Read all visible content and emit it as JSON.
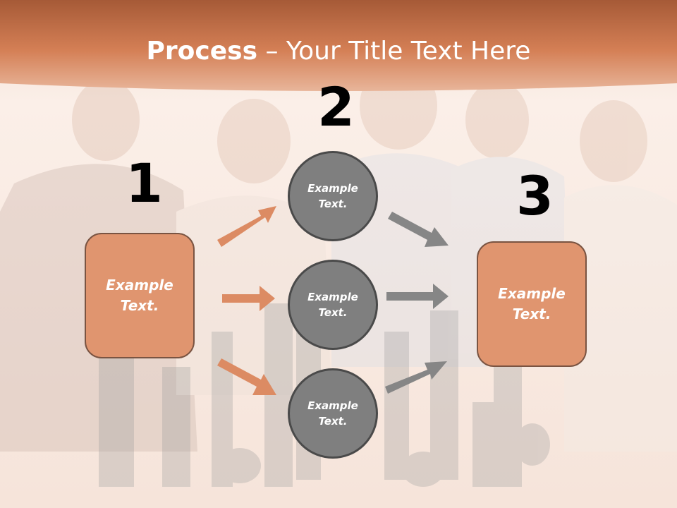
{
  "title": {
    "bold": "Process",
    "rest": " – Your Title Text Here"
  },
  "steps": [
    {
      "number": "1",
      "text_line1": "Example",
      "text_line2": "Text."
    },
    {
      "number": "2"
    },
    {
      "number": "3",
      "text_line1": "Example",
      "text_line2": "Text."
    }
  ],
  "circles": [
    {
      "text_line1": "Example",
      "text_line2": "Text."
    },
    {
      "text_line1": "Example",
      "text_line2": "Text."
    },
    {
      "text_line1": "Example",
      "text_line2": "Text."
    }
  ],
  "colors": {
    "header": "#c9754c",
    "box": "#e0956f",
    "box_border": "#7a5442",
    "circle": "#7f7f7f",
    "circle_border": "#4a4a4a",
    "arrow_orange": "#dc8b63",
    "arrow_gray": "#868686"
  }
}
